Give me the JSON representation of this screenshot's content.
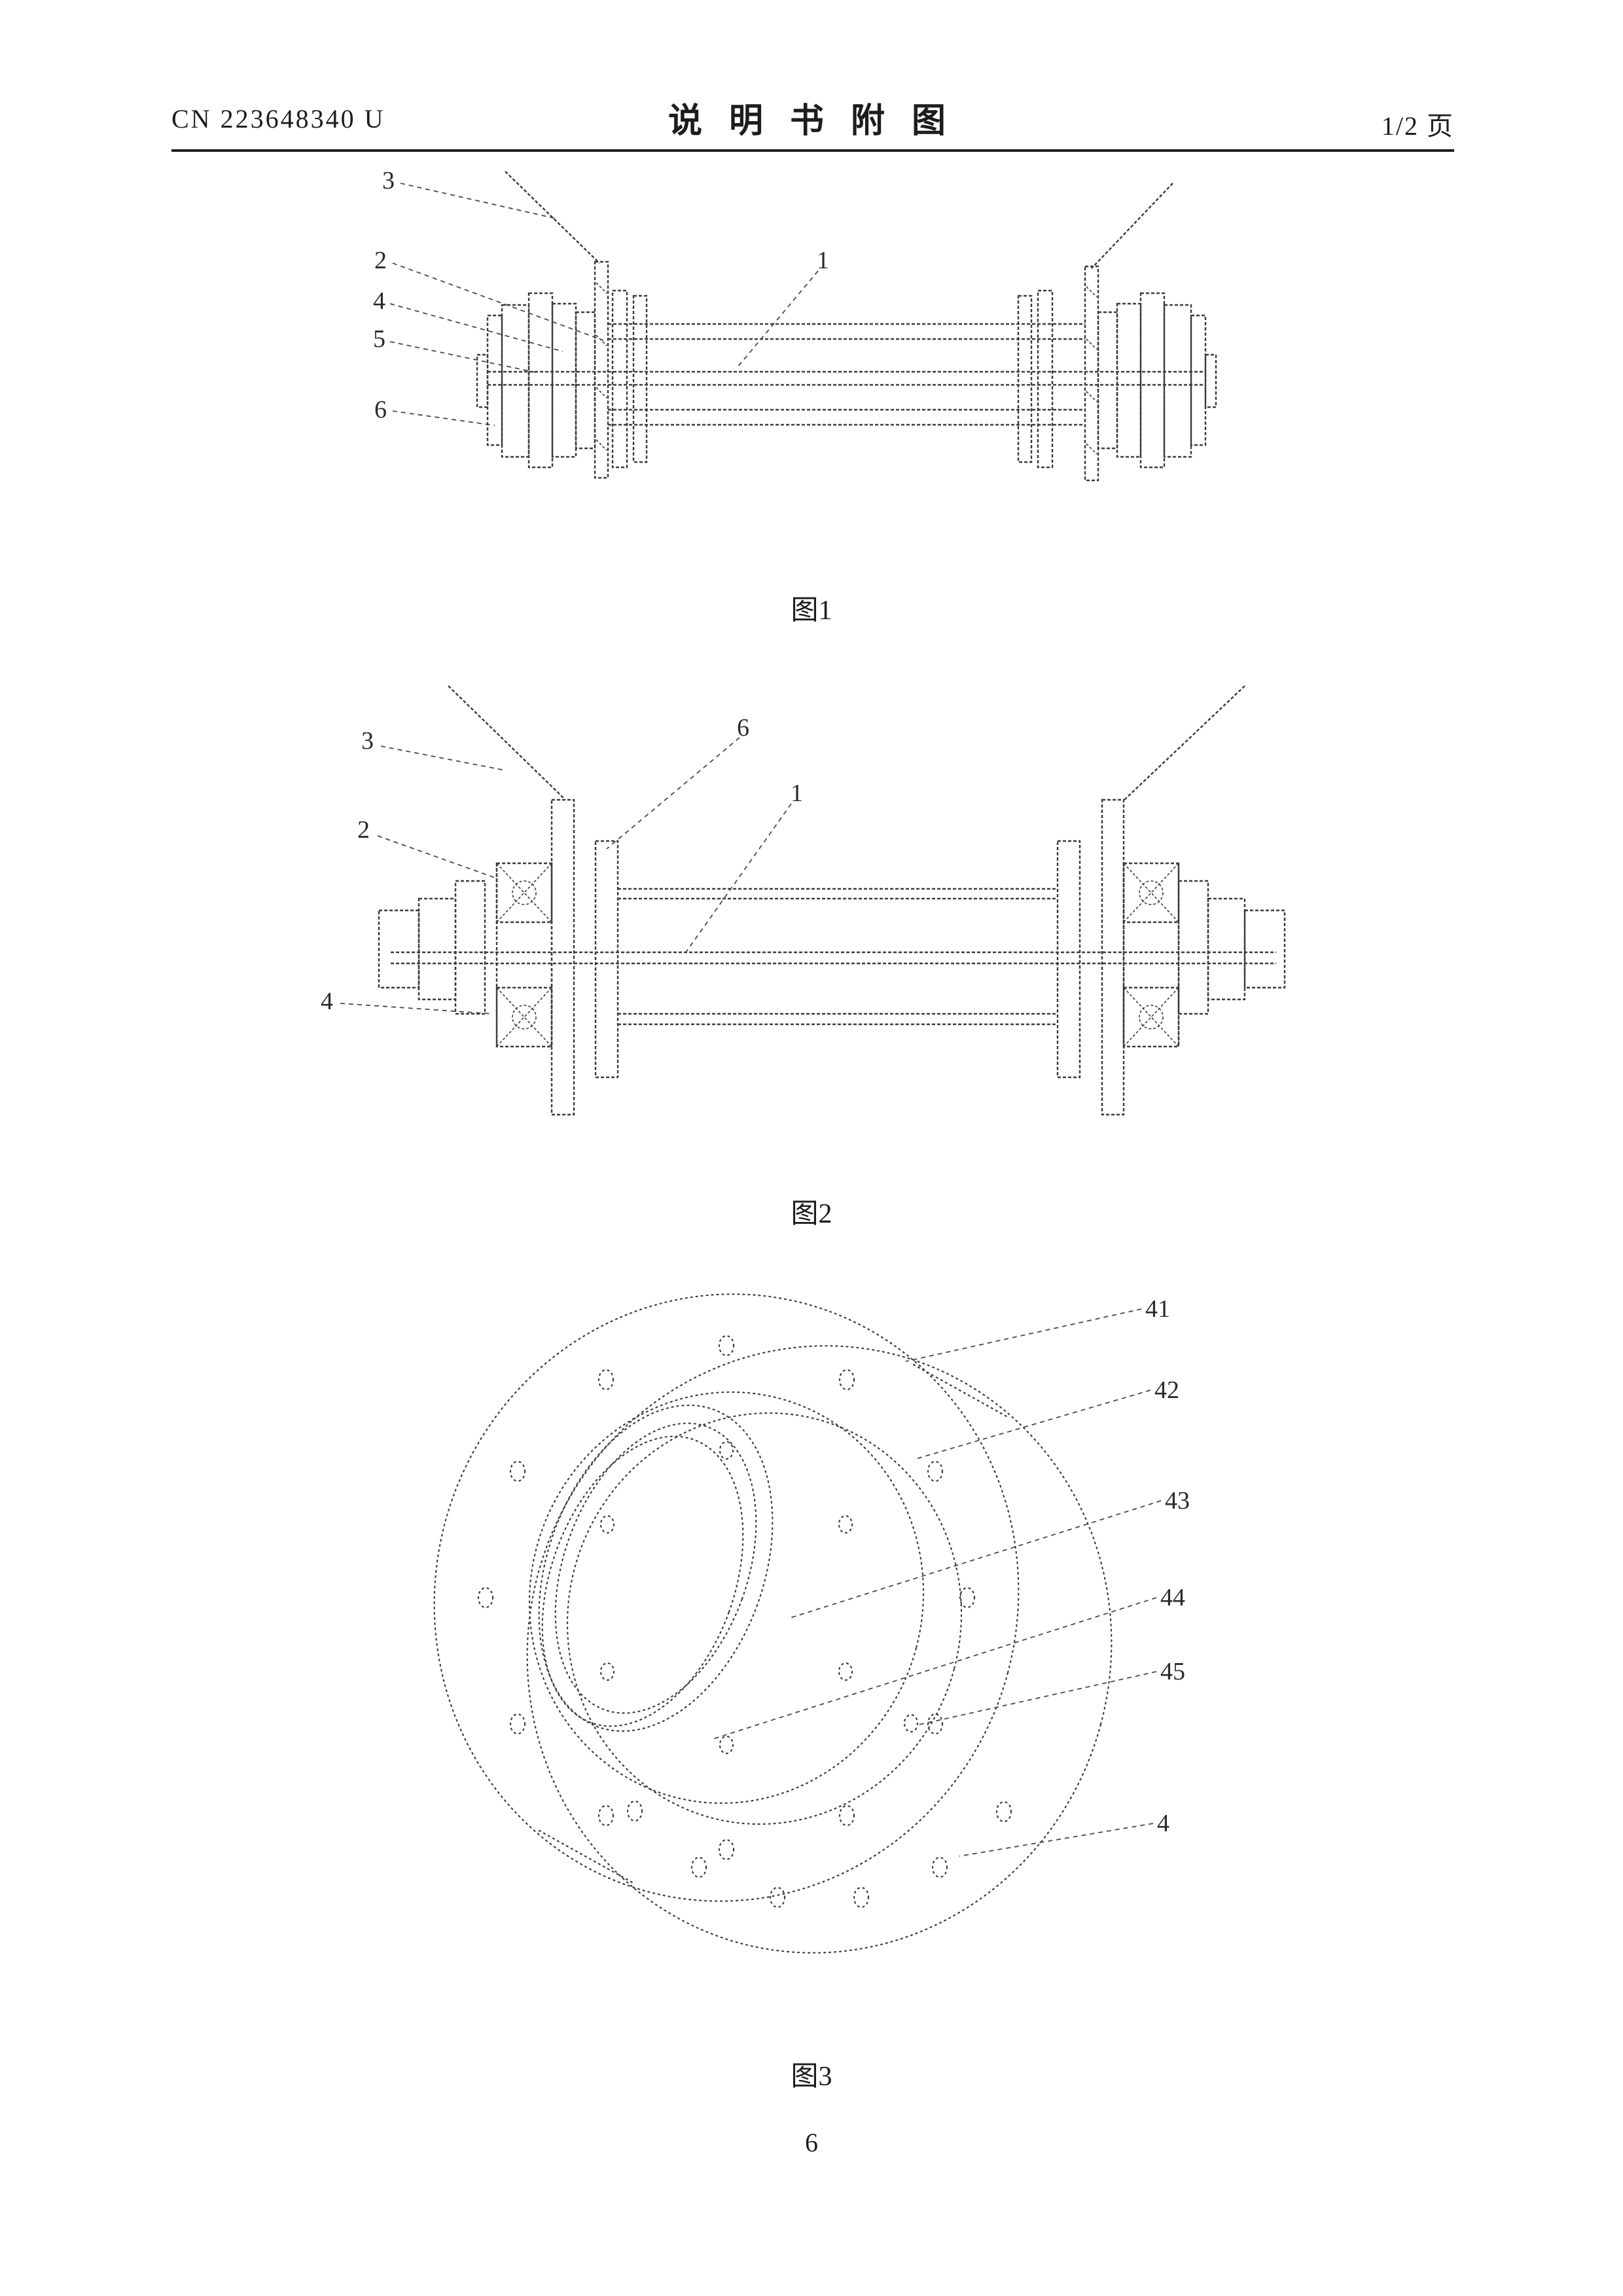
{
  "header": {
    "doc_number": "CN 223648340 U",
    "title": "说 明 书 附 图",
    "page_indicator": "1/2 页"
  },
  "figure1": {
    "caption": "图1",
    "labels": {
      "l3": "3",
      "l2": "2",
      "l4": "4",
      "l5": "5",
      "l6": "6",
      "l1": "1"
    }
  },
  "figure2": {
    "caption": "图2",
    "labels": {
      "l3": "3",
      "l6": "6",
      "l1": "1",
      "l2": "2",
      "l4": "4"
    }
  },
  "figure3": {
    "caption": "图3",
    "labels": {
      "l41": "41",
      "l42": "42",
      "l43": "43",
      "l44": "44",
      "l45": "45",
      "l4": "4"
    }
  },
  "page_number": "6"
}
